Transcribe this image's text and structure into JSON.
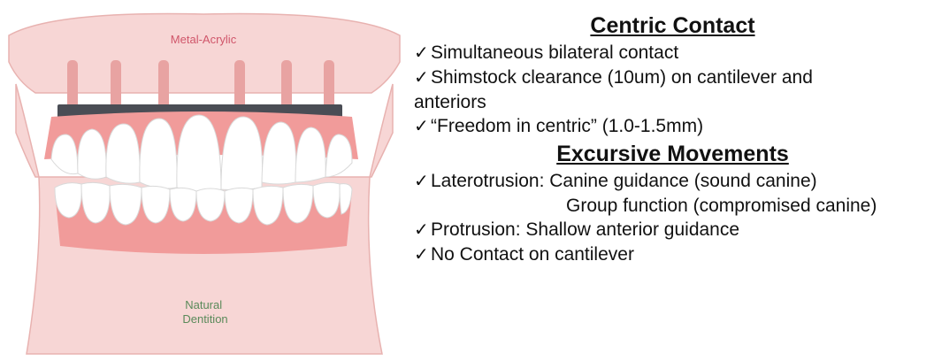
{
  "diagram": {
    "upper_label": "Metal-Acrylic",
    "lower_label": "Natural\nDentition",
    "colors": {
      "tissue": "#f7d6d5",
      "tissue_outline": "#e8b2b0",
      "gum": "#f19b9a",
      "gum_dark": "#e27c7c",
      "bar": "#4a4d55",
      "implant": "#e8a3a2",
      "tooth": "#ffffff",
      "tooth_shade": "#e4e4e4",
      "upper_label_color": "#d0566a",
      "lower_label_color": "#5a8a5a"
    }
  },
  "text": {
    "check_symbol": "✓",
    "centric_heading": "Centric Contact",
    "centric_items": [
      "Simultaneous bilateral contact",
      "Shimstock clearance (10um) on cantilever and"
    ],
    "centric_wrap": "anteriors",
    "centric_item3": "“Freedom in centric” (1.0-1.5mm)",
    "excursive_heading": "Excursive Movements",
    "laterotrusion": "Laterotrusion: Canine guidance (sound canine)",
    "laterotrusion_cont": "Group function (compromised canine)",
    "protrusion": "Protrusion: Shallow anterior guidance",
    "no_contact": "No Contact on cantilever"
  }
}
